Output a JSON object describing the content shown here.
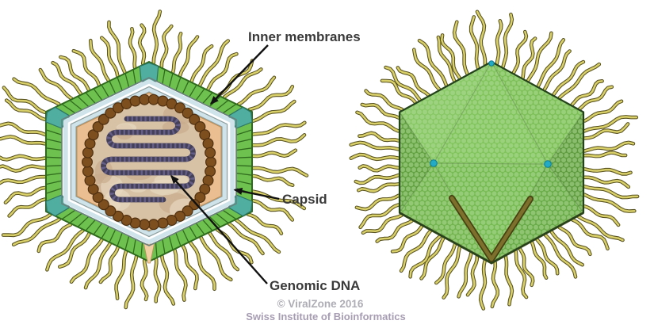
{
  "diagram": {
    "labels": {
      "inner_membranes": "Inner membranes",
      "capsid": "Capsid",
      "genomic_dna": "Genomic DNA"
    },
    "credit": {
      "line1": "© ViralZone 2016",
      "line2": "Swiss Institute of Bioinformatics"
    },
    "colors": {
      "background": "#ffffff",
      "fiber": "#d9d06a",
      "fiber_outline": "#57511f",
      "capsid_green": "#6fc14f",
      "capsid_outline": "#2f6b1d",
      "corner_teal": "#4fae9f",
      "corner_teal_outline": "#2b7465",
      "membrane_blue": "#cfe4ea",
      "membrane_gray": "#8fa0a0",
      "membrane_dark": "#69807e",
      "membrane_white": "#ffffff",
      "tan_band": "#eabe90",
      "tan_outline": "#bf8e55",
      "notch": "#f0cfa5",
      "core_fill": "#d7c2a6",
      "core_patch_light": "#e8dac2",
      "core_patch_dark": "#c7ab8a",
      "bead_brown": "#7d4e1e",
      "bead_outline": "#4e3010",
      "dna_dark": "#454059",
      "dna_rope": "#6b6590",
      "ico_face_1": "#86c763",
      "ico_face_2": "#5f9f3e",
      "ico_face_3": "#6fb24b",
      "ico_face_4": "#74b950",
      "ico_face_5": "#7fc35a",
      "ico_face_6": "#7bbe55",
      "ico_face_7": "#5c993c",
      "ico_face_8": "#66a945",
      "ico_dot": "rgba(177,221,152,0.55)",
      "ico_outline": "#24431a",
      "ico_edge": "rgba(40,80,20,0.28)",
      "ico_bottom_edge": "#4f451d",
      "stargate_dark": "#474011",
      "stargate": "#7d6f2c",
      "vertex_dot": "#23abc6",
      "vertex_dot_outline": "#0d7c95",
      "label_text": "#3a3a3a",
      "arrow": "#111111",
      "credit1_color": "#aeacb4",
      "credit2_color": "#a79db3"
    }
  }
}
